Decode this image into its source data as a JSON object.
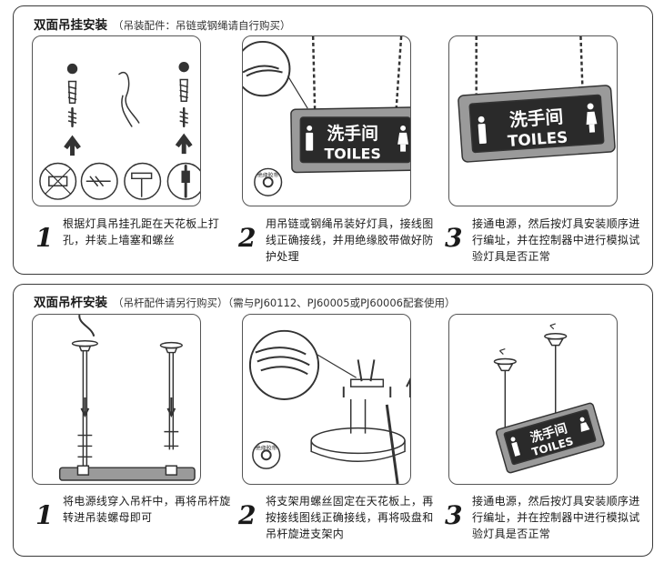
{
  "section1": {
    "title": "双面吊挂安装",
    "note": "（吊装配件：吊链或钢绳请自行购买）",
    "sign": {
      "text_cn": "洗手间",
      "text_en": "TOILES"
    },
    "insulation_label": "绝缘胶带",
    "steps": [
      {
        "num": "1",
        "text": "根据灯具吊挂孔距在天花板上打孔，并装上墙塞和螺丝"
      },
      {
        "num": "2",
        "text": "用吊链或钢绳吊装好灯具，接线图线正确接线，并用绝缘胶带做好防护处理"
      },
      {
        "num": "3",
        "text": "接通电源，然后按灯具安装顺序进行编址，并在控制器中进行模拟试验灯具是否正常"
      }
    ]
  },
  "section2": {
    "title": "双面吊杆安装",
    "note": "（吊杆配件请另行购买）（需与PJ60112、PJ60005或PJ60006配套使用）",
    "sign": {
      "text_cn": "洗手间",
      "text_en": "TOILES"
    },
    "insulation_label": "绝缘胶带",
    "steps": [
      {
        "num": "1",
        "text": "将电源线穿入吊杆中，再将吊杆旋转进吊装螺母即可"
      },
      {
        "num": "2",
        "text": "将支架用螺丝固定在天花板上，再按接线图线正确接线，再将吸盘和吊杆旋进支架内"
      },
      {
        "num": "3",
        "text": "接通电源，然后按灯具安装顺序进行编址，并在控制器中进行模拟试验灯具是否正常"
      }
    ]
  },
  "colors": {
    "sign_panel": "#2a2a2a",
    "sign_frame": "#9a9a9a",
    "line": "#333333"
  },
  "icons": [
    "anchor-icon",
    "screw-icon",
    "wire-icon",
    "arrow-up-icon",
    "no-drill-icon",
    "drill-icon",
    "hammer-icon",
    "screwdriver-icon",
    "insulation-tape-icon",
    "man-icon",
    "woman-icon",
    "chain-icon",
    "rod-icon",
    "ceiling-canopy-icon"
  ]
}
